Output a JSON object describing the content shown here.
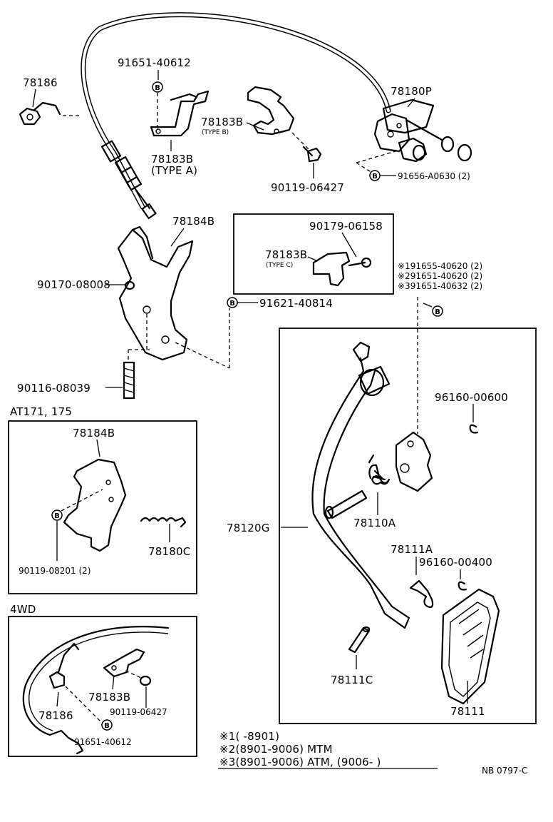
{
  "labels": {
    "p78186_top": "78186",
    "p91651_40612_top": "91651-40612",
    "p78180P": "78180P",
    "p78183B_typeB": "78183B",
    "type_b_note": "(TYPE B)",
    "p78183B_typeA": "78183B",
    "type_a_note": "(TYPE  A)",
    "p90119_06427_top": "90119-06427",
    "p91656_A0630": "91656-A0630 (2)",
    "p78184B_top": "78184B",
    "p90179_06158": "90179-06158",
    "p78183B_typeC": "78183B",
    "type_c_note": "(TYPE C)",
    "note1_part": "※191655-40620 (2)",
    "note2_part": "※291651-40620 (2)",
    "note3_part": "※391651-40632 (2)",
    "p90170_08008": "90170-08008",
    "p91621_40814": "91621-40814",
    "p90116_08039": "90116-08039",
    "section_at": "AT171, 175",
    "p78184B_at": "78184B",
    "p90119_08201": "90119-08201 (2)",
    "p78180C": "78180C",
    "section_4wd": "4WD",
    "p78183B_4wd": "78183B",
    "p78186_4wd": "78186",
    "p90119_06427_4wd": "90119-06427",
    "p91651_40612_4wd": "91651-40612",
    "p96160_00600": "96160-00600",
    "p78110A": "78110A",
    "p78120G": "78120G",
    "p78111A": "78111A",
    "p96160_00400": "96160-00400",
    "p78111C": "78111C",
    "p78111": "78111",
    "b_symbol": "B"
  },
  "footnotes": {
    "n1": "※1(        -8901)",
    "n2": "※2(8901-9006) MTM",
    "n3": "※3(8901-9006) ATM, (9006-            )"
  },
  "diagram_code": "NB 0797-C"
}
